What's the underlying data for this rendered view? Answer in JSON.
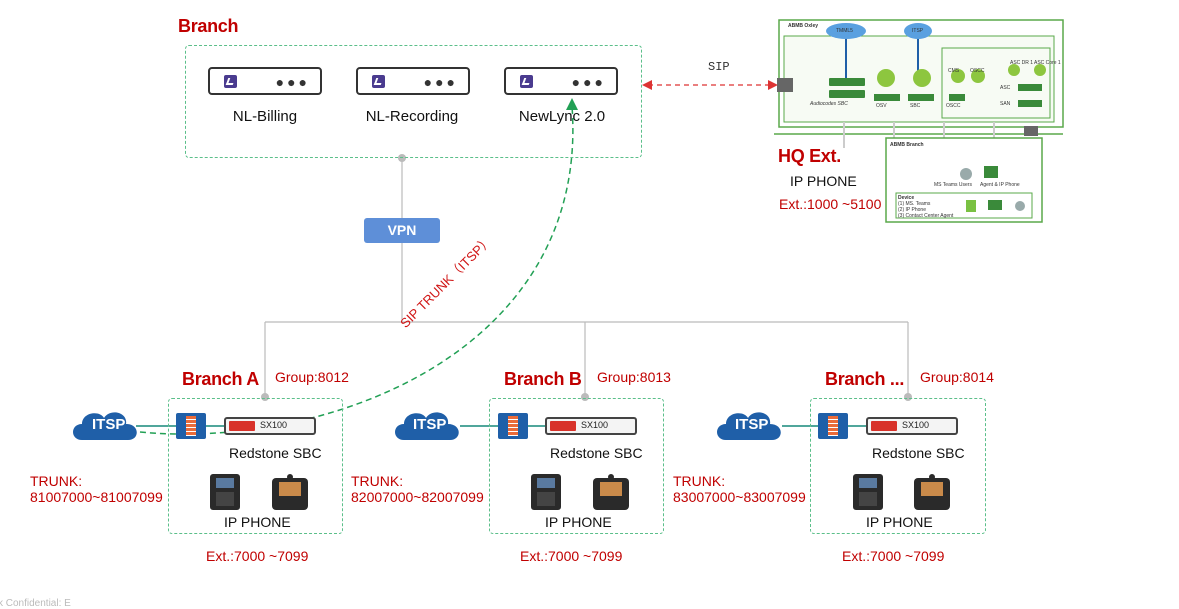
{
  "top_branch": {
    "title": "Branch",
    "servers": [
      {
        "label": "NL-Billing"
      },
      {
        "label": "NL-Recording"
      },
      {
        "label": "NewLync 2.0"
      }
    ]
  },
  "vpn_label": "VPN",
  "sip_label": "SIP",
  "sip_trunk_label": "SIP TRUNK（ITSP）",
  "hq": {
    "title": "HQ Ext.",
    "phone_label": "IP PHONE",
    "ext": "Ext.:1000 ~5100",
    "inset": {
      "top_site": "ABMB Oxley",
      "cloud_a": "TMML5",
      "cloud_b": "ITSP",
      "sbc_label": "Audiocodes SBC",
      "osv": "OSV",
      "sbc": "SBC",
      "cms": "CMS",
      "oscc_top": "OSCC",
      "oscc": "OSCC",
      "asc_dr": "ASC DR 1",
      "asc_core": "ASC Core 1",
      "asc": "ASC",
      "san": "SAN",
      "branch_title": "ABMB Branch",
      "ms_teams": "MS Teams Users",
      "agent": "Agent & IP Phone",
      "device_title": "Device",
      "device_1": "(1)   MS. Teams",
      "device_2": "(2)   IP Phone",
      "device_3": "(3)   Contact Center Agent"
    }
  },
  "branches": [
    {
      "title": "Branch A",
      "group": "Group:8012",
      "itsp": "ITSP",
      "sbc_model": "SX100",
      "sbc_label": "Redstone SBC",
      "phone_label": "IP PHONE",
      "trunk_title": "TRUNK:",
      "trunk_range": "81007000~81007099",
      "ext": "Ext.:7000 ~7099"
    },
    {
      "title": "Branch B",
      "group": "Group:8013",
      "itsp": "ITSP",
      "sbc_model": "SX100",
      "sbc_label": "Redstone SBC",
      "phone_label": "IP PHONE",
      "trunk_title": "TRUNK:",
      "trunk_range": "82007000~82007099",
      "ext": "Ext.:7000 ~7099"
    },
    {
      "title": "Branch ...",
      "group": "Group:8014",
      "itsp": "ITSP",
      "sbc_model": "SX100",
      "sbc_label": "Redstone SBC",
      "phone_label": "IP PHONE",
      "trunk_title": "TRUNK:",
      "trunk_range": "83007000~83007099",
      "ext": "Ext.:7000 ~7099"
    }
  ],
  "footer": "k Confidential: E",
  "colors": {
    "accent_red": "#c00000",
    "dash_green": "#5bbf8a",
    "vpn_blue": "#5e8fd8",
    "cloud_blue": "#1f5fa8"
  }
}
